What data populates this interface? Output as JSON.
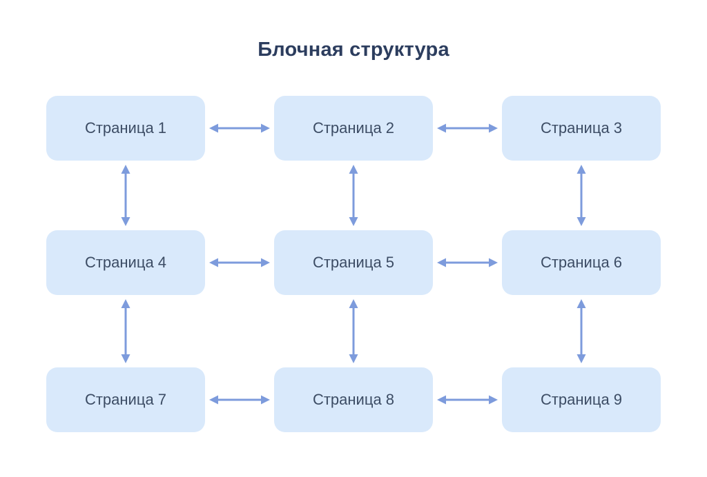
{
  "title": "Блочная структура",
  "nodes": [
    {
      "id": 1,
      "label": "Страница 1",
      "row": 1,
      "col": 1
    },
    {
      "id": 2,
      "label": "Страница 2",
      "row": 1,
      "col": 2
    },
    {
      "id": 3,
      "label": "Страница 3",
      "row": 1,
      "col": 3
    },
    {
      "id": 4,
      "label": "Страница 4",
      "row": 2,
      "col": 1
    },
    {
      "id": 5,
      "label": "Страница 5",
      "row": 2,
      "col": 2
    },
    {
      "id": 6,
      "label": "Страница 6",
      "row": 2,
      "col": 3
    },
    {
      "id": 7,
      "label": "Страница 7",
      "row": 3,
      "col": 1
    },
    {
      "id": 8,
      "label": "Страница 8",
      "row": 3,
      "col": 2
    },
    {
      "id": 9,
      "label": "Страница 9",
      "row": 3,
      "col": 3
    }
  ],
  "edges": [
    {
      "from": 1,
      "to": 2,
      "type": "bidirectional",
      "orientation": "horizontal"
    },
    {
      "from": 2,
      "to": 3,
      "type": "bidirectional",
      "orientation": "horizontal"
    },
    {
      "from": 4,
      "to": 5,
      "type": "bidirectional",
      "orientation": "horizontal"
    },
    {
      "from": 5,
      "to": 6,
      "type": "bidirectional",
      "orientation": "horizontal"
    },
    {
      "from": 7,
      "to": 8,
      "type": "bidirectional",
      "orientation": "horizontal"
    },
    {
      "from": 8,
      "to": 9,
      "type": "bidirectional",
      "orientation": "horizontal"
    },
    {
      "from": 1,
      "to": 4,
      "type": "bidirectional",
      "orientation": "vertical"
    },
    {
      "from": 4,
      "to": 7,
      "type": "bidirectional",
      "orientation": "vertical"
    },
    {
      "from": 2,
      "to": 5,
      "type": "bidirectional",
      "orientation": "vertical"
    },
    {
      "from": 5,
      "to": 8,
      "type": "bidirectional",
      "orientation": "vertical"
    },
    {
      "from": 3,
      "to": 6,
      "type": "bidirectional",
      "orientation": "vertical"
    },
    {
      "from": 6,
      "to": 9,
      "type": "bidirectional",
      "orientation": "vertical"
    }
  ],
  "colors": {
    "box_fill": "#D9E9FB",
    "box_text": "#3C4C64",
    "arrow": "#7D9BDC",
    "title_text": "#2C3D5E",
    "background": "#FFFFFF"
  }
}
